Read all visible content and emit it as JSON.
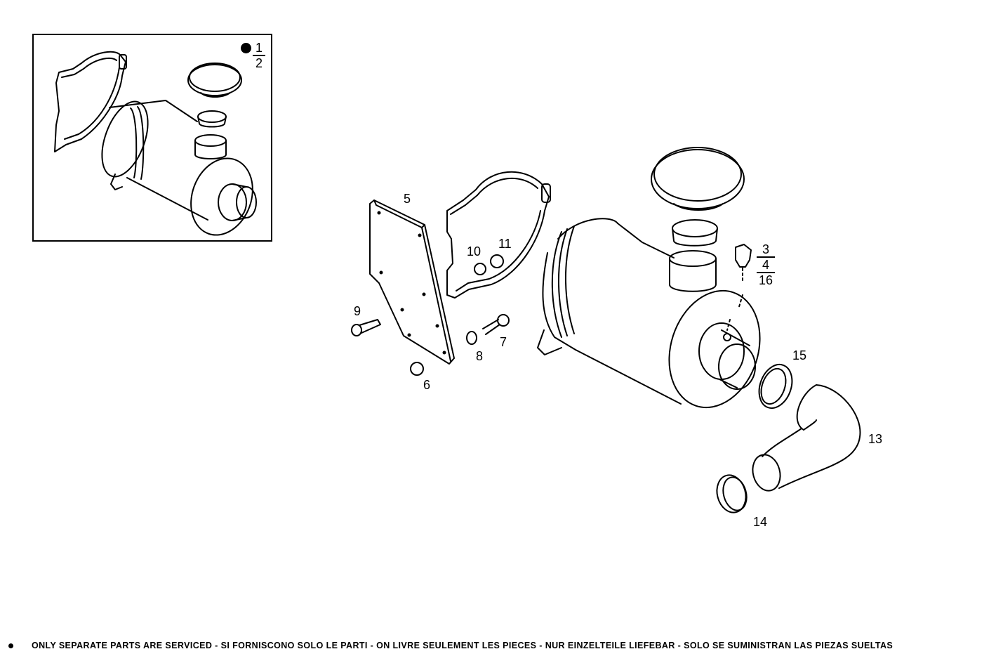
{
  "diagram": {
    "type": "exploded-parts-view",
    "subject": "Air filter assembly",
    "inset": {
      "callout": {
        "marker": "filled-circle",
        "numbers": [
          "1",
          "2"
        ]
      }
    },
    "callouts": [
      {
        "id": "5",
        "label": "5"
      },
      {
        "id": "6",
        "label": "6"
      },
      {
        "id": "7",
        "label": "7"
      },
      {
        "id": "8",
        "label": "8"
      },
      {
        "id": "9",
        "label": "9"
      },
      {
        "id": "10",
        "label": "10"
      },
      {
        "id": "11",
        "label": "11"
      },
      {
        "id": "13",
        "label": "13"
      },
      {
        "id": "14",
        "label": "14"
      },
      {
        "id": "15",
        "label": "15"
      }
    ],
    "stacked_callout": {
      "numbers": [
        "3",
        "4",
        "16"
      ]
    }
  },
  "footer": {
    "marker": "filled-circle",
    "text": "ONLY SEPARATE PARTS ARE SERVICED - SI FORNISCONO SOLO LE PARTI - ON LIVRE SEULEMENT LES PIECES - NUR EINZELTEILE LIEFEBAR - SOLO SE SUMINISTRAN LAS PIEZAS SUELTAS"
  }
}
